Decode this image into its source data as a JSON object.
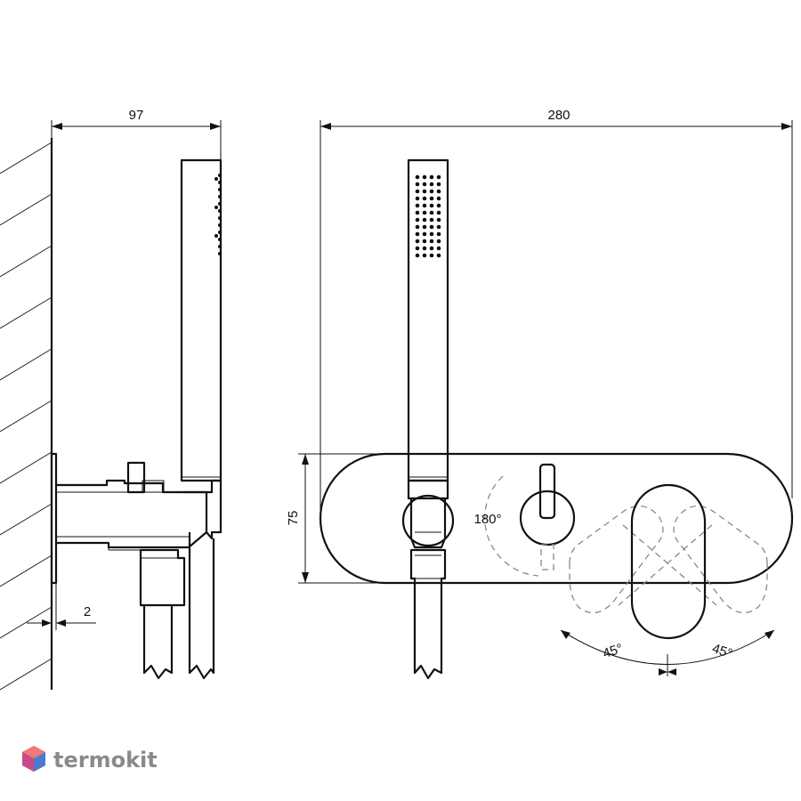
{
  "dimensions": {
    "side_depth": "97",
    "front_width": "280",
    "plate_height": "75",
    "plate_gap": "2"
  },
  "angles": {
    "diverter_rotation": "180°",
    "lever_left": "45°",
    "lever_right": "45°"
  },
  "brand": {
    "logo_text": "termokit",
    "logo_colors": [
      "#e8505b",
      "#4a7bd0"
    ]
  }
}
